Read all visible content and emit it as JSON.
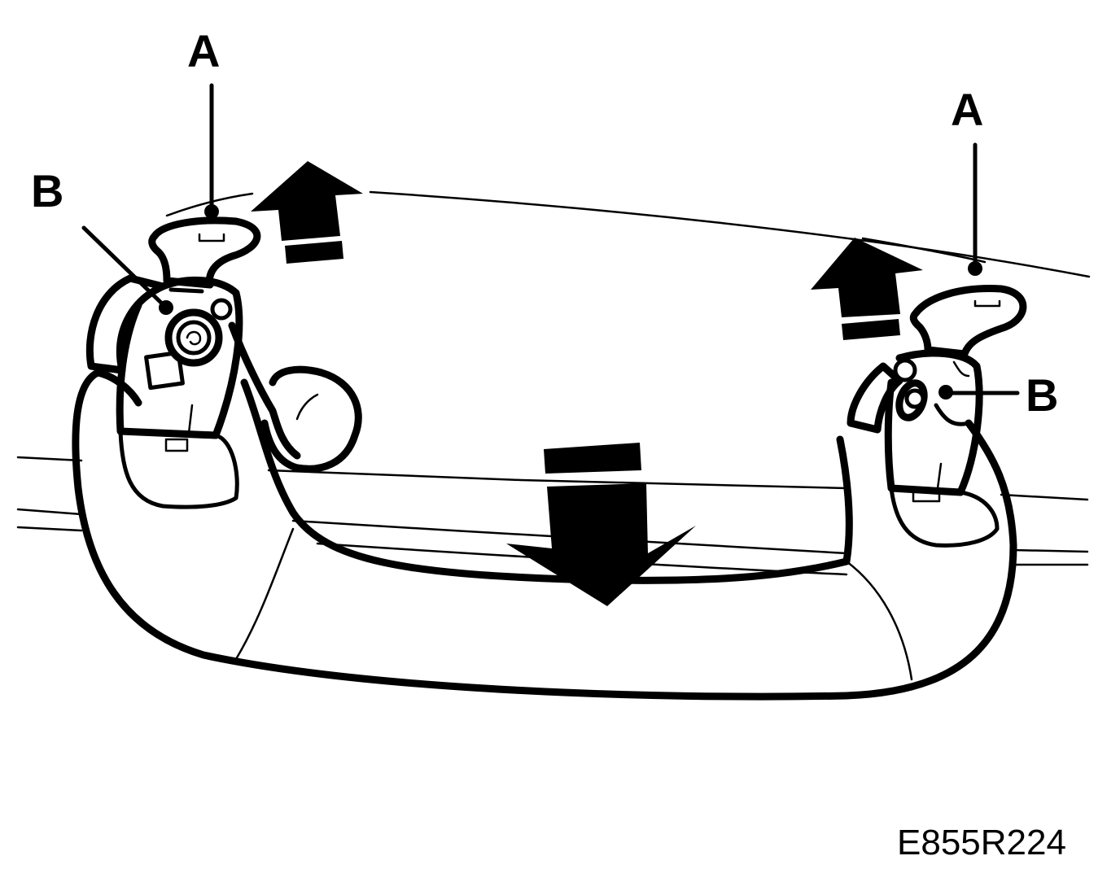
{
  "callouts": {
    "left_a": "A",
    "left_b": "B",
    "right_a": "A",
    "right_b": "B"
  },
  "reference_code": "E855R224"
}
